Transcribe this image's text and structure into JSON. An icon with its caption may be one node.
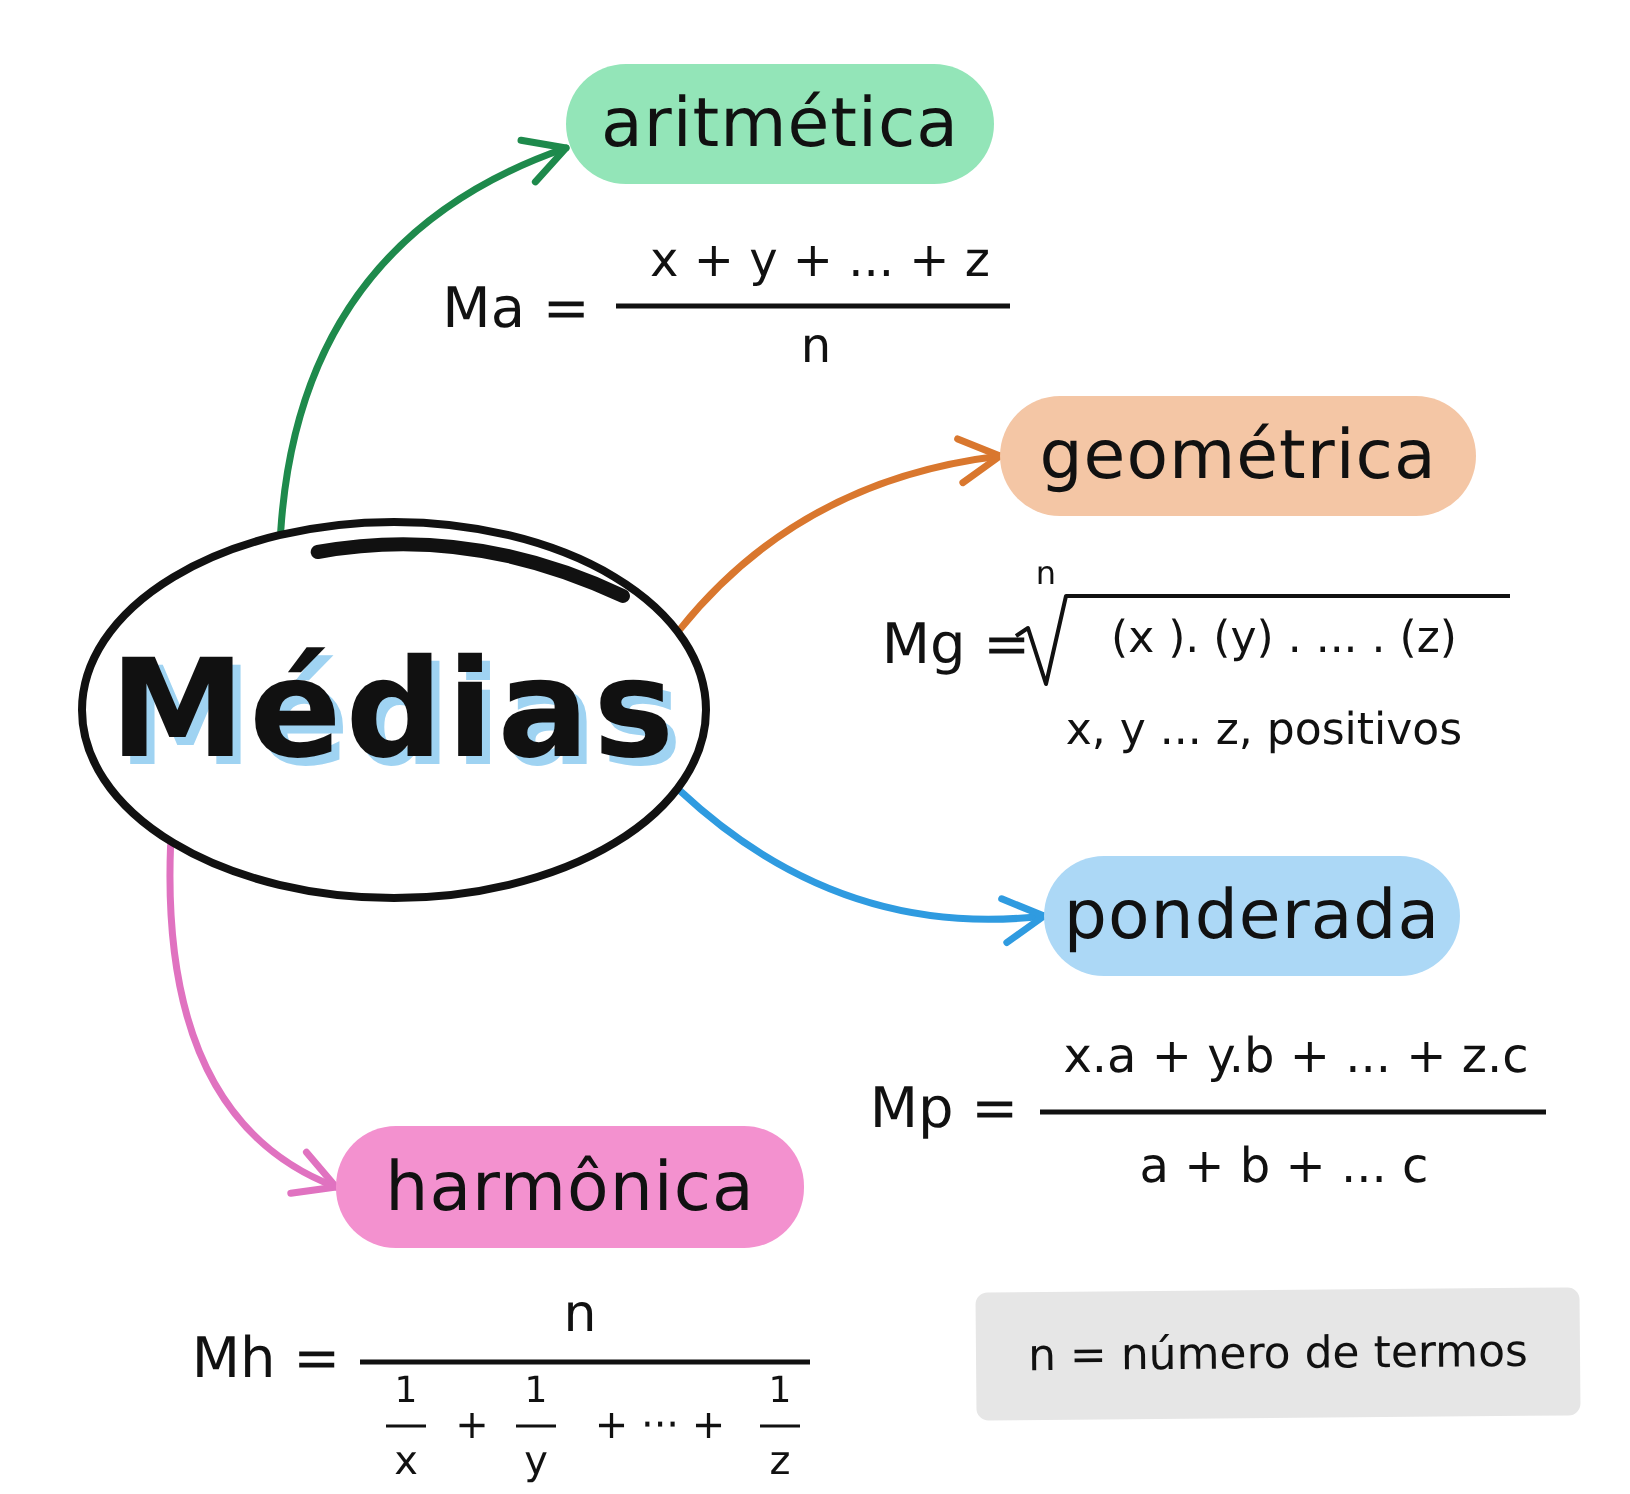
{
  "diagram": {
    "nodes": [
      {
        "text": [
          "Médias"
        ]
      },
      {
        "text": [
          "aritmética"
        ]
      },
      {
        "text": [
          "geométrica"
        ]
      },
      {
        "text": [
          "ponderada"
        ]
      },
      {
        "text": [
          "harmônica"
        ]
      },
      {
        "text": [
          "n = número de termos"
        ]
      }
    ],
    "edges": [
      {
        "from": 0,
        "to": 1,
        "arrow": "to",
        "color": "#1e8a4c"
      },
      {
        "from": 0,
        "to": 2,
        "arrow": "to",
        "color": "#d9772e"
      },
      {
        "from": 0,
        "to": 3,
        "arrow": "to",
        "color": "#2f9be0"
      },
      {
        "from": 0,
        "to": 4,
        "arrow": "to",
        "color": "#e072c0"
      }
    ],
    "labels": [
      "Ma =",
      "x + y + ... + z",
      "n",
      "Mg =",
      "n",
      "(x ). (y) . ... . (z)",
      "x, y ... z, positivos",
      "Mp =",
      "x.a + y.b + ... + z.c",
      "a + b + ... c",
      "Mh =",
      "n",
      "1",
      "x",
      "+",
      "1",
      "y",
      "+ ··· +",
      "1",
      "z"
    ]
  }
}
